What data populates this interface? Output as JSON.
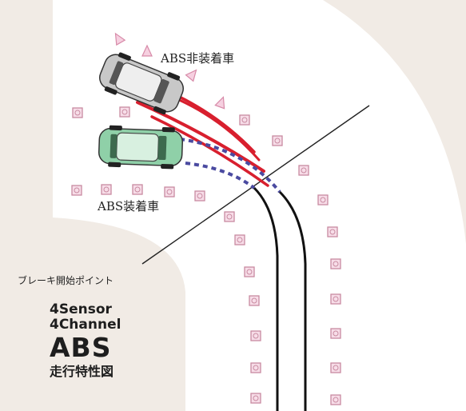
{
  "labels": {
    "abs_off": "ABS非装着車",
    "abs_on": "ABS装着車",
    "brake_point": "ブレーキ開始ポイント"
  },
  "title": {
    "line1": "4Sensor",
    "line2": "4Channel",
    "line3": "ABS",
    "line4": "走行特性図"
  },
  "colors": {
    "background": "#f1ebe5",
    "road": "#ffffff",
    "skid_non_abs": "#d81f2e",
    "path_abs": "#4a4aa0",
    "track": "#111111",
    "pylon_square": "#c88aa0",
    "cone": "#d78aa8",
    "car_non_abs": "#c8c8c8",
    "car_abs": "#8fd0a8"
  }
}
